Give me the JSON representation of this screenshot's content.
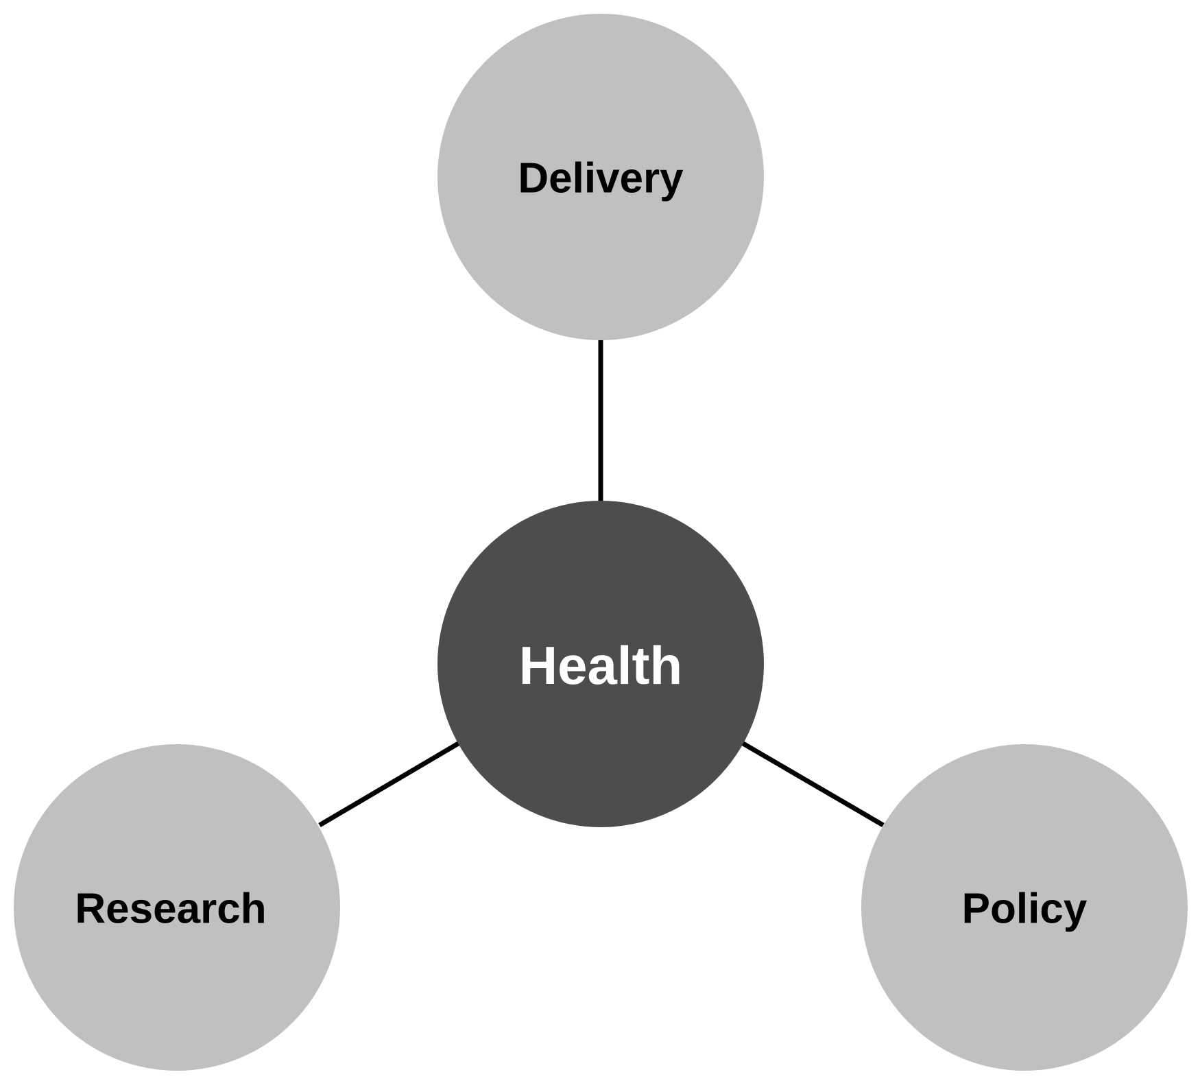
{
  "diagram": {
    "center": {
      "label": "Health"
    },
    "satellites": [
      {
        "key": "delivery",
        "label": "Delivery"
      },
      {
        "key": "research",
        "label": "Research"
      },
      {
        "key": "policy",
        "label": "Policy"
      }
    ]
  },
  "colors": {
    "background": "#ffffff",
    "center_fill": "#4d4d4d",
    "center_text": "#ffffff",
    "satellite_fill": "#c0c0c0",
    "satellite_text": "#000000",
    "connector": "#000000"
  }
}
